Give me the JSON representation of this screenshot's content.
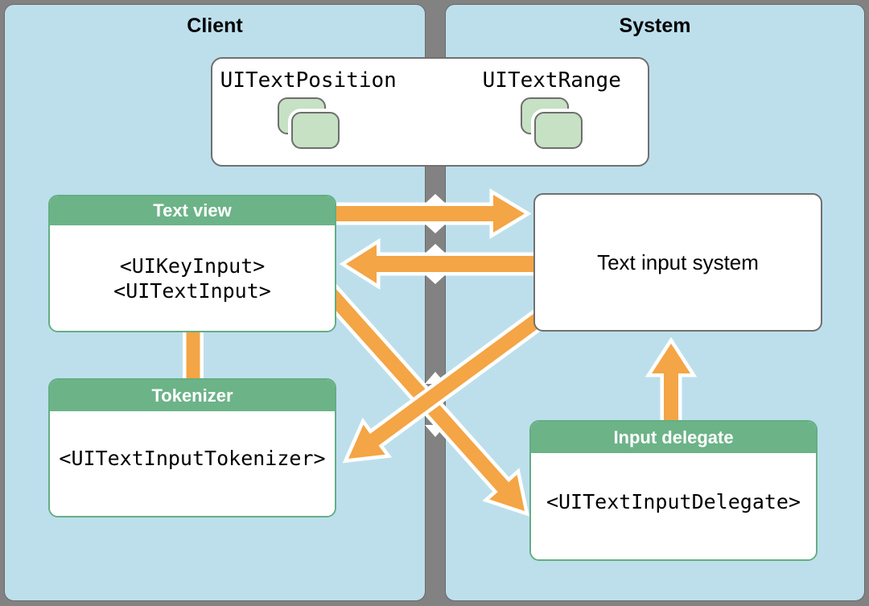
{
  "panels": {
    "client": {
      "title": "Client"
    },
    "system": {
      "title": "System"
    }
  },
  "top_box": {
    "items": [
      {
        "label": "UITextPosition",
        "icon": "class-pair-icon"
      },
      {
        "label": "UITextRange",
        "icon": "class-pair-icon"
      }
    ]
  },
  "boxes": {
    "text_view": {
      "title": "Text view",
      "lines": [
        "<UIKeyInput>",
        "<UITextInput>"
      ]
    },
    "tokenizer": {
      "title": "Tokenizer",
      "lines": [
        "<UITextInputTokenizer>"
      ]
    },
    "text_input_system": {
      "label": "Text input system"
    },
    "input_delegate": {
      "title": "Input delegate",
      "lines": [
        "<UITextInputDelegate>"
      ]
    }
  },
  "arrows": [
    {
      "name": "text-view-to-text-input-system",
      "from": "Text view",
      "to": "Text input system",
      "direction": "right"
    },
    {
      "name": "text-input-system-to-text-view",
      "from": "Text input system",
      "to": "Text view",
      "direction": "left"
    },
    {
      "name": "text-view-to-input-delegate",
      "from": "Text view",
      "to": "Input delegate",
      "direction": "down-right"
    },
    {
      "name": "text-input-system-to-tokenizer",
      "from": "Text input system",
      "to": "Tokenizer",
      "direction": "down-left"
    },
    {
      "name": "input-delegate-to-text-input-system",
      "from": "Input delegate",
      "to": "Text input system",
      "direction": "up"
    },
    {
      "name": "text-view-tokenizer-link",
      "from": "Text view",
      "to": "Tokenizer",
      "direction": "vertical-connector"
    }
  ],
  "colors": {
    "panel_blue": "#BDDFEC",
    "background_gray": "#828282",
    "arrow_orange": "#F4A545",
    "header_green": "#6CB388",
    "green_border": "#64AE83",
    "icon_green": "#C6E1C4",
    "icon_border": "#6E6E6E",
    "box_border_gray": "#707070"
  }
}
